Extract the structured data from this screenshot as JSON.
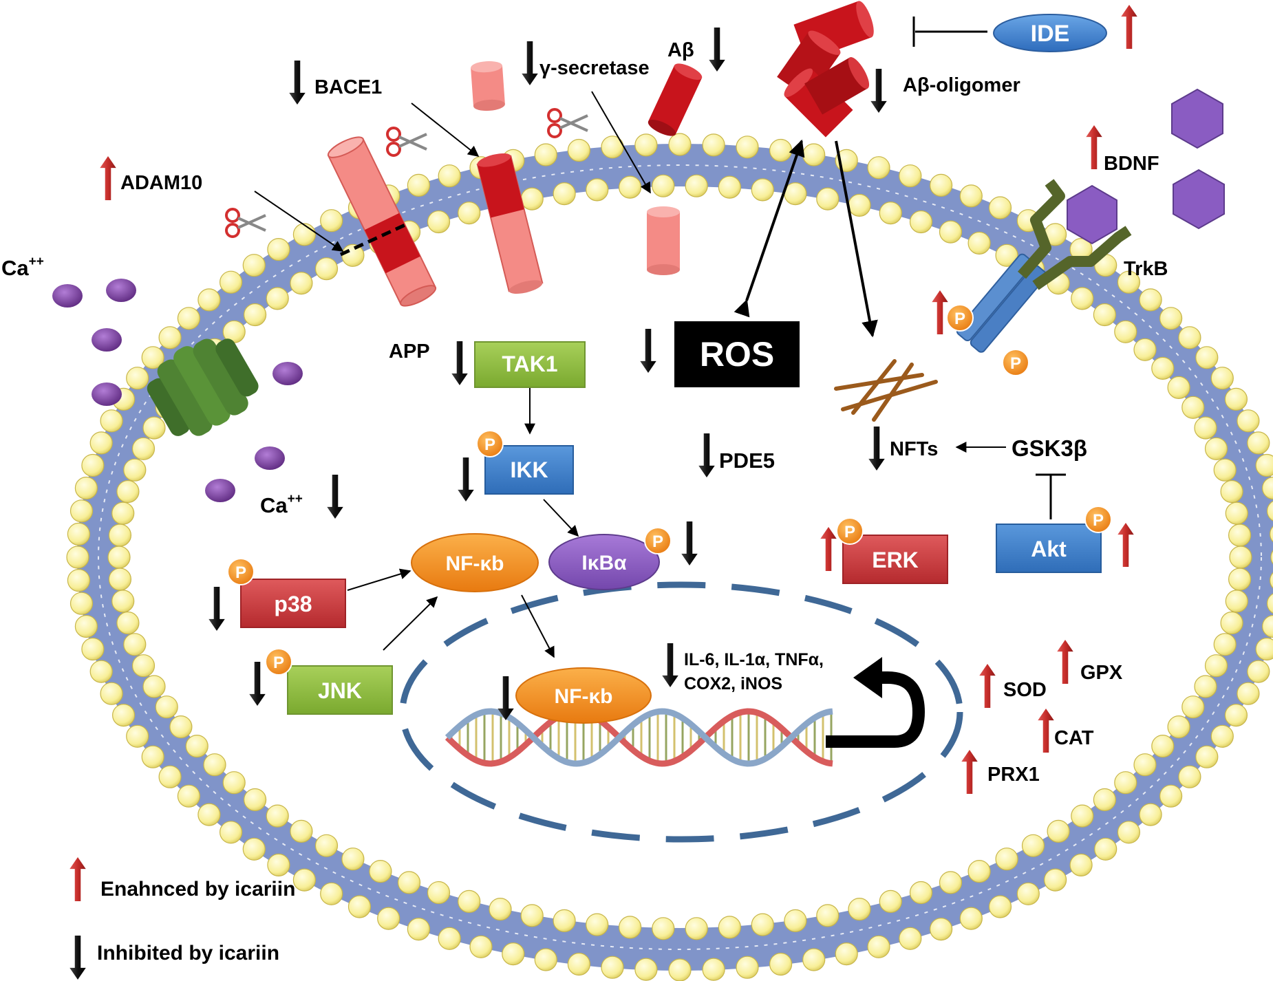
{
  "labels": {
    "bace1": "BACE1",
    "gamma_secretase": "γ-secretase",
    "abeta": "Aβ",
    "abeta_oligomer": "Aβ-oligomer",
    "ide": "IDE",
    "adam10": "ADAM10",
    "bdnf": "BDNF",
    "trkb": "TrkB",
    "ca_out": "Ca",
    "ca_out_sup": "++",
    "ca_in": "Ca",
    "ca_in_sup": "++",
    "app": "APP",
    "tak1": "TAK1",
    "ros": "ROS",
    "ikk": "IKK",
    "pde5": "PDE5",
    "nfts": "NFTs",
    "gsk3b": "GSK3β",
    "nfkb": "NF-κb",
    "ikba": "IκBα",
    "erk": "ERK",
    "akt": "Akt",
    "p38": "p38",
    "jnk": "JNK",
    "nfkb_nucleus": "NF-κb",
    "cytokines_line1": "IL-6, IL-1α, TNFα,",
    "cytokines_line2": "COX2, iNOS",
    "sod": "SOD",
    "gpx": "GPX",
    "cat": "CAT",
    "prx1": "PRX1",
    "phospho": "P"
  },
  "legend": {
    "enhanced": "Enahnced by icariin",
    "inhibited": "Inhibited by icariin"
  },
  "colors": {
    "up_arrow": "#c0392b",
    "down_arrow": "#111111",
    "membrane_blue": "#7f93c8",
    "lipid_head": "#fbf3a7",
    "nucleus_dash": "#3f6896",
    "green_box": "#8fbf3c",
    "blue_box": "#3a7dc9",
    "red_box": "#c8353a",
    "orange_oval": "#f08a1c",
    "purple_oval": "#8a5cc2",
    "ros_box": "#000000",
    "calcium": "#7a3c9a",
    "app_pink": "#f48b86",
    "abeta_red": "#c8141c",
    "phospho_orange": "#f08a1c"
  }
}
